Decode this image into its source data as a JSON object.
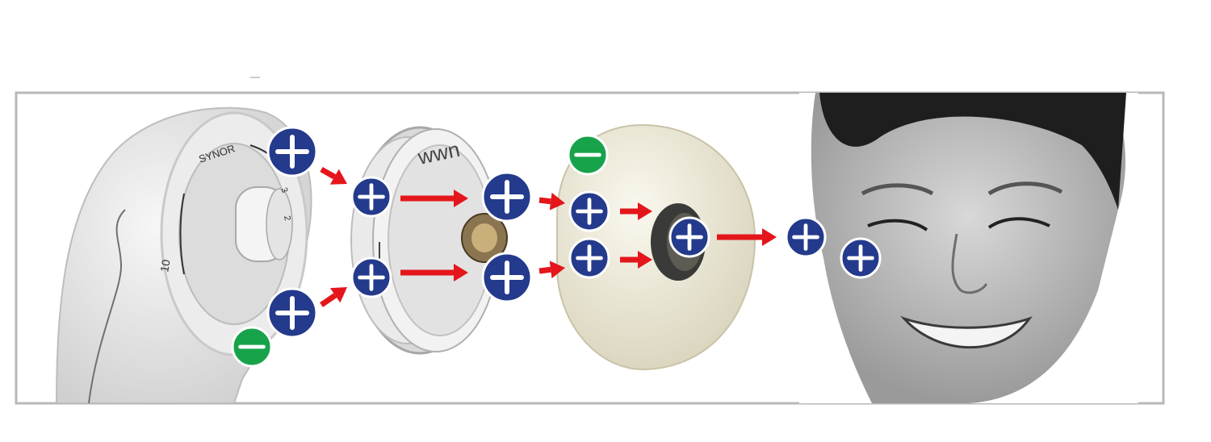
{
  "device": {
    "brand_text": "SYNOR",
    "dial_marks": [
      "10",
      "3",
      "2"
    ],
    "head_logo": "wwn"
  },
  "charges": {
    "positive_symbol": "+",
    "negative_symbol": "−",
    "positive_color": "#243a8c",
    "negative_color": "#17a34a",
    "arrow_color": "#e4161b"
  },
  "colors": {
    "frame": "#b8b8b8",
    "device_body": "#e6e6e6",
    "ring": "#ede9d6",
    "face": "#b5b5b5"
  }
}
